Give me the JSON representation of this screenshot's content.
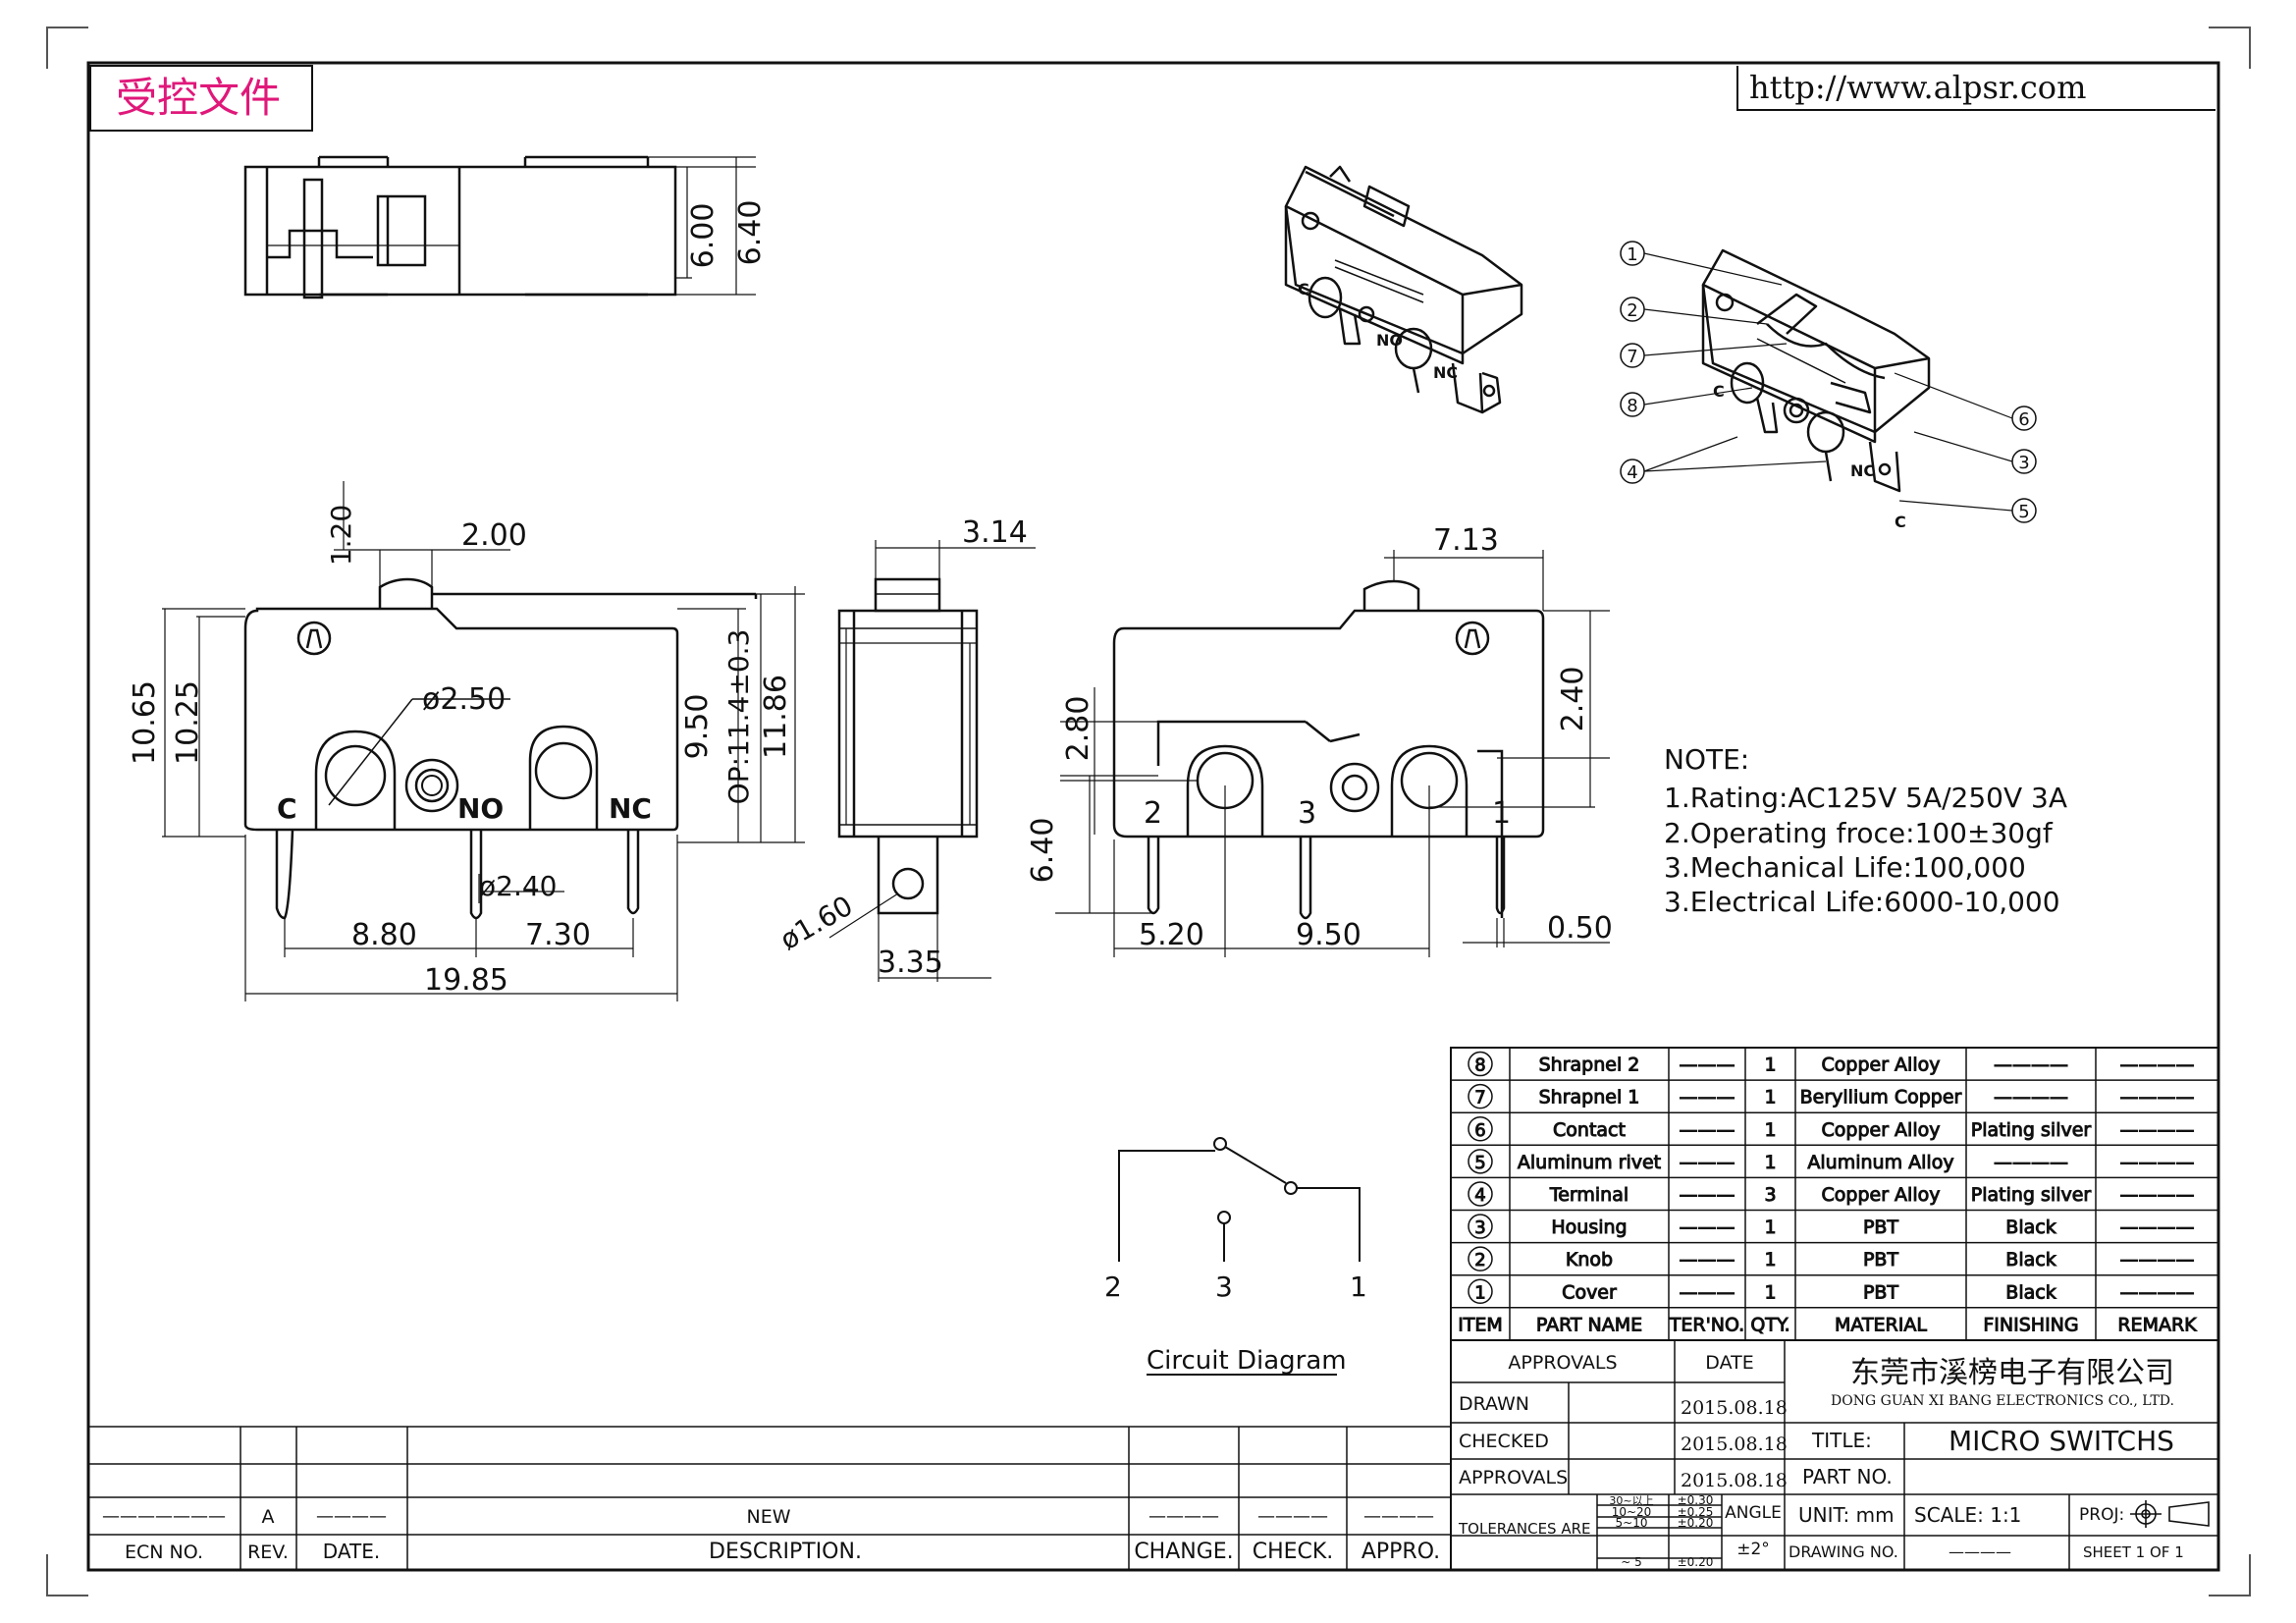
{
  "stamp": "受控文件",
  "url": "http://www.alpsr.com",
  "dims": {
    "top_6_00": "6.00",
    "top_6_40": "6.40",
    "d_1_20": "1.20",
    "d_2_00": "2.00",
    "d_10_65": "10.65",
    "d_10_25": "10.25",
    "d_phi_2_50": "ø2.50",
    "d_9_50_v": "9.50",
    "d_op": "OP:11.4±0.3",
    "d_11_86": "11.86",
    "d_phi_2_40": "ø2.40",
    "d_8_80": "8.80",
    "d_7_30": "7.30",
    "d_19_85": "19.85",
    "d_3_14": "3.14",
    "d_phi_1_60": "ø1.60",
    "d_3_35": "3.35",
    "d_7_13": "7.13",
    "d_2_40": "2.40",
    "d_2_80": "2.80",
    "d_6_40_side": "6.40",
    "d_5_20": "5.20",
    "d_9_50_h": "9.50",
    "d_0_50": "0.50"
  },
  "front_labels": {
    "c": "C",
    "no": "NO",
    "nc": "NC"
  },
  "back_labels": {
    "p2": "2",
    "p3": "3",
    "p1": "1"
  },
  "iso_labels": {
    "c": "C",
    "no": "NO",
    "nc": "NC",
    "c2": "C"
  },
  "balloons": [
    "1",
    "2",
    "7",
    "8",
    "4",
    "6",
    "3",
    "5"
  ],
  "notes": {
    "title": "NOTE:",
    "lines": [
      "1.Rating:AC125V  5A/250V  3A",
      "2.Operating  froce:100±30gf",
      "3.Mechanical  Life:100,000",
      "3.Electrical  Life:6000-10,000"
    ]
  },
  "circuit": {
    "p2": "2",
    "p3": "3",
    "p1": "1",
    "caption": "Circuit  Diagram"
  },
  "bom": {
    "rows": [
      {
        "item": "8",
        "name": "Shrapnel 2",
        "ter": "———",
        "qty": "1",
        "material": "Copper  Alloy",
        "finishing": "————",
        "remark": "————"
      },
      {
        "item": "7",
        "name": "Shrapnel 1",
        "ter": "———",
        "qty": "1",
        "material": "Beryllium  Copper",
        "finishing": "————",
        "remark": "————"
      },
      {
        "item": "6",
        "name": "Contact",
        "ter": "———",
        "qty": "1",
        "material": "Copper  Alloy",
        "finishing": "Plating  silver",
        "remark": "————"
      },
      {
        "item": "5",
        "name": "Aluminum  rivet",
        "ter": "———",
        "qty": "1",
        "material": "Aluminum  Alloy",
        "finishing": "————",
        "remark": "————"
      },
      {
        "item": "4",
        "name": "Terminal",
        "ter": "———",
        "qty": "3",
        "material": "Copper  Alloy",
        "finishing": "Plating  silver",
        "remark": "————"
      },
      {
        "item": "3",
        "name": "Housing",
        "ter": "———",
        "qty": "1",
        "material": "PBT",
        "finishing": "Black",
        "remark": "————"
      },
      {
        "item": "2",
        "name": "Knob",
        "ter": "———",
        "qty": "1",
        "material": "PBT",
        "finishing": "Black",
        "remark": "————"
      },
      {
        "item": "1",
        "name": "Cover",
        "ter": "———",
        "qty": "1",
        "material": "PBT",
        "finishing": "Black",
        "remark": "————"
      }
    ],
    "headers": {
      "item": "ITEM",
      "name": "PART NAME",
      "ter": "TER'NO.",
      "qty": "QTY.",
      "material": "MATERIAL",
      "finishing": "FINISHING",
      "remark": "REMARK"
    }
  },
  "title_block": {
    "approvals_header": "APPROVALS",
    "date_header": "DATE",
    "company_cn": "东莞市溪榜电子有限公司",
    "company_en": "DONG GUAN XI BANG ELECTRONICS CO., LTD.",
    "drawn": "DRAWN",
    "checked": "CHECKED",
    "approvals": "APPROVALS",
    "date_drawn": "2015.08.18",
    "date_checked": "2015.08.18",
    "date_approvals": "2015.08.18",
    "title_label": "TITLE:",
    "title_value": "MICRO  SWITCHS",
    "part_no_label": "PART  NO.",
    "tolerances_label": "TOLERANCES  ARE",
    "tol_ranges": [
      "30~以上",
      "10~20",
      "5~10",
      "~ 5"
    ],
    "tol_values": [
      "±0.30",
      "±0.25",
      "±0.20",
      "±0.20"
    ],
    "angle_label": "ANGLE",
    "angle_value": "±2°",
    "unit": "UNIT:  mm",
    "scale": "SCALE:    1:1",
    "proj": "PROJ:",
    "drawing_no": "DRAWING  NO.",
    "drawing_no_value": "————",
    "sheet": "SHEET    1  OF  1"
  },
  "revision": {
    "ecn_value": "———————",
    "rev_value": "A",
    "date_value": "————",
    "desc_value": "NEW",
    "change_value": "————",
    "check_value": "————",
    "appro_value": "————",
    "ecn_label": "ECN  NO.",
    "rev_label": "REV.",
    "date_label": "DATE.",
    "desc_label": "DESCRIPTION.",
    "change_label": "CHANGE.",
    "check_label": "CHECK.",
    "appro_label": "APPRO."
  }
}
